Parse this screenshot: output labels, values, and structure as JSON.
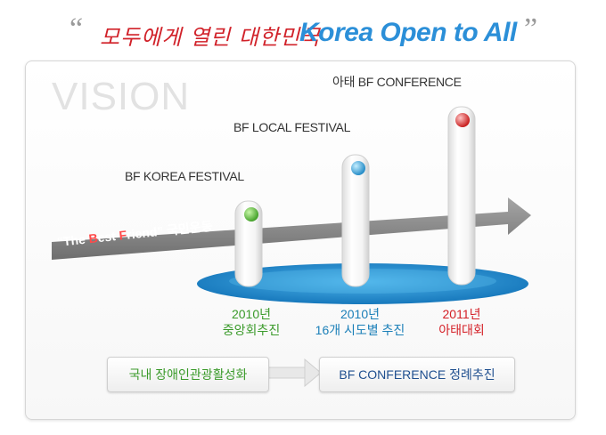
{
  "headline": {
    "open_quote": "“",
    "korean": "모두에게 열린 대한민국",
    "english": "Korea Open to All",
    "close_quote": "”"
  },
  "vision_label": "VISION",
  "banner": {
    "quote_open": "“The ",
    "b": "B",
    "est": "est ",
    "f": "F",
    "riend": "riend”",
    "korean": " 국민운동"
  },
  "milestones": [
    {
      "label": "BF KOREA FESTIVAL",
      "year": "2010년",
      "desc": "중앙회추진",
      "color": "#3a9a2a",
      "ball": "#4cbb2f"
    },
    {
      "label": "BF LOCAL FESTIVAL",
      "year": "2010년",
      "desc": "16개 시도별 추진",
      "color": "#1a7fb8",
      "ball": "#2aa7e0"
    },
    {
      "label": "아태 BF CONFERENCE",
      "year": "2011년",
      "desc": "아태대회",
      "color": "#d41f26",
      "ball": "#e02020"
    }
  ],
  "process": {
    "left": "국내 장애인관광활성화",
    "right": "BF CONFERENCE 정례추진"
  },
  "colors": {
    "title_red": "#d1222a",
    "title_blue": "#2b8fd8",
    "ellipse_blue": "#1f8fd0",
    "arrow_gray": "#8a8a8a"
  }
}
